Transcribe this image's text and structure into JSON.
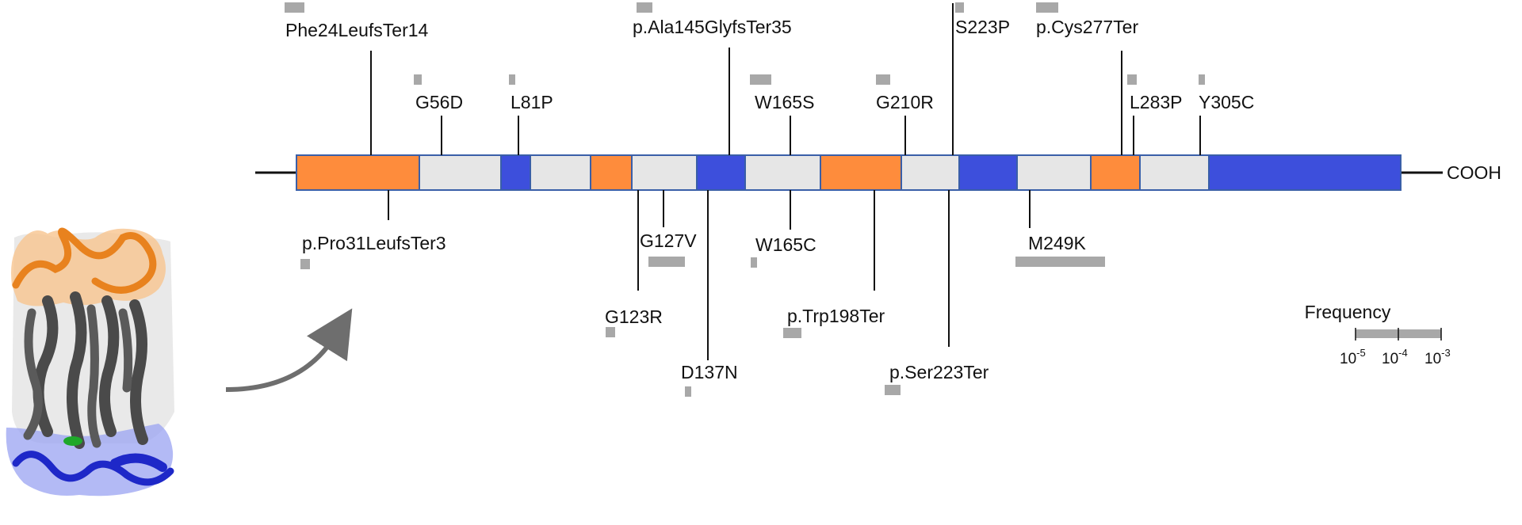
{
  "terminal_label": "COOH",
  "domain_colors": {
    "orange": "#fe8c3c",
    "grey": "#e6e6e6",
    "blue": "#3d4fdc",
    "border": "#3a5fa8",
    "frequency_bar": "#a8a8a8"
  },
  "domains": [
    "orange",
    "grey",
    "blue",
    "grey",
    "orange",
    "grey",
    "blue",
    "grey",
    "orange",
    "grey",
    "blue",
    "grey",
    "orange",
    "grey",
    "blue"
  ],
  "variants_above": [
    {
      "label": "Phe24LeufsTer14"
    },
    {
      "label": "G56D"
    },
    {
      "label": "L81P"
    },
    {
      "label": "p.Ala145GlyfsTer35"
    },
    {
      "label": "W165S"
    },
    {
      "label": "G210R"
    },
    {
      "label": "S223P"
    },
    {
      "label": "p.Cys277Ter"
    },
    {
      "label": "L283P"
    },
    {
      "label": "Y305C"
    }
  ],
  "variants_below": [
    {
      "label": "p.Pro31LeufsTer3"
    },
    {
      "label": "G123R"
    },
    {
      "label": "G127V"
    },
    {
      "label": "D137N"
    },
    {
      "label": "W165C"
    },
    {
      "label": "p.Trp198Ter"
    },
    {
      "label": "p.Ser223Ter"
    },
    {
      "label": "M249K"
    }
  ],
  "legend": {
    "title": "Frequency",
    "ticks": [
      {
        "base": "10",
        "exp": "-5"
      },
      {
        "base": "10",
        "exp": "-4"
      },
      {
        "base": "10",
        "exp": "-3"
      }
    ]
  },
  "structure_panel": {
    "colors": {
      "extracellular": "#e8821e",
      "transmembrane": "#4a4a4a",
      "intracellular": "#1e28c8",
      "highlight": "#1fa82a"
    }
  }
}
